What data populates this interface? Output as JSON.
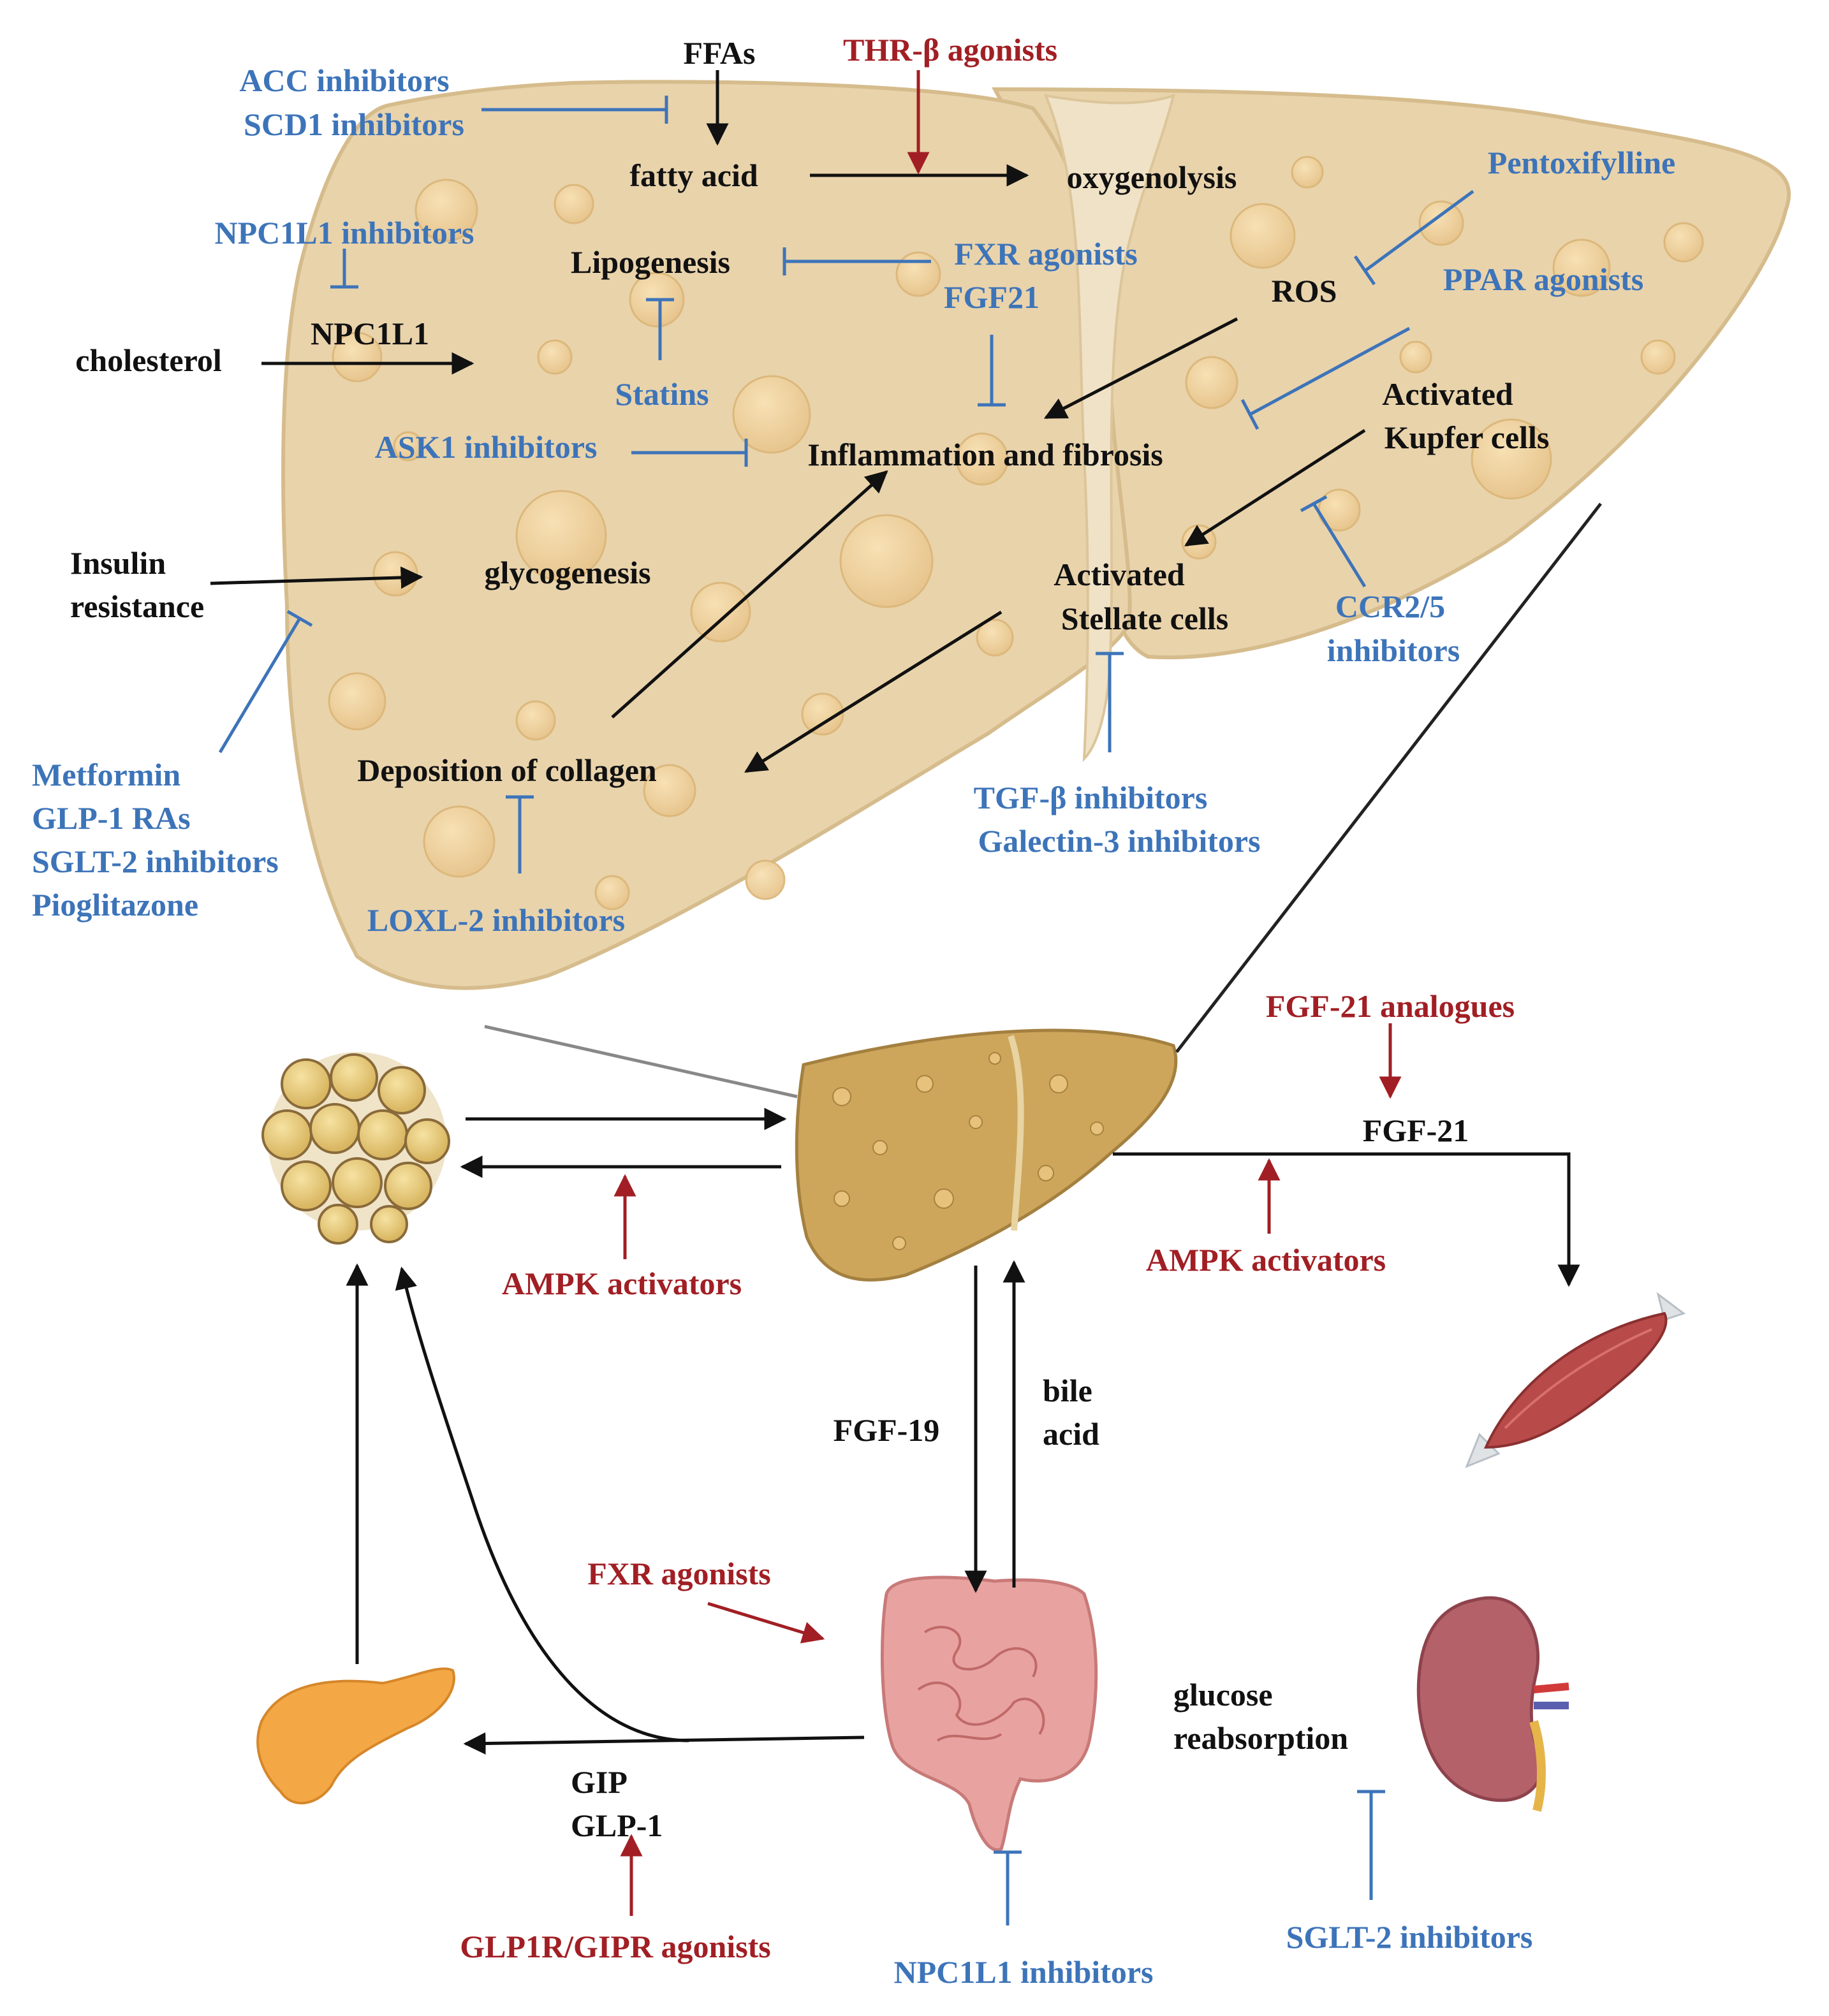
{
  "colors": {
    "liver": "#e9d3ab",
    "liver_edge": "#d6bc8c",
    "inhibitor": "#3d74b9",
    "activator": "#a11f24",
    "pathway": "#111111"
  },
  "liver_labels": {
    "ffas": "FFAs",
    "fatty_acid": "fatty acid",
    "oxygenolysis": "oxygenolysis",
    "lipogenesis": "Lipogenesis",
    "npc1l1": "NPC1L1",
    "cholesterol": "cholesterol",
    "ros": "ROS",
    "inflammation": "Inflammation and fibrosis",
    "activated_kupfer_1": "Activated",
    "activated_kupfer_2": "Kupfer cells",
    "insulin_1": "Insulin",
    "insulin_2": "resistance",
    "glycogenesis": "glycogenesis",
    "activated_stellate_1": "Activated",
    "activated_stellate_2": "Stellate cells",
    "collagen": "Deposition of collagen"
  },
  "liver_drugs": {
    "acc": "ACC inhibitors",
    "scd1": "SCD1 inhibitors",
    "thr": "THR-β agonists",
    "pentox": "Pentoxifylline",
    "npc1l1_inh": "NPC1L1 inhibitors",
    "fxr": "FXR agonists",
    "fgf21": "FGF21",
    "ppar": "PPAR agonists",
    "statins": "Statins",
    "ask1": "ASK1 inhibitors",
    "ccr_1": "CCR2/5",
    "ccr_2": "inhibitors",
    "metformin": "Metformin",
    "glp1ras": "GLP-1 RAs",
    "sglt2": "SGLT-2 inhibitors",
    "pioglitazone": "Pioglitazone",
    "tgfb": "TGF-β inhibitors",
    "galectin": "Galectin-3 inhibitors",
    "loxl2": "LOXL-2 inhibitors"
  },
  "systemic": {
    "fgf21_analogues": "FGF-21 analogues",
    "fgf21": "FGF-21",
    "ampk_left": "AMPK activators",
    "ampk_right": "AMPK activators",
    "fgf19": "FGF-19",
    "bile_1": "bile",
    "bile_2": "acid",
    "fxr": "FXR agonists",
    "glucose_1": "glucose",
    "glucose_2": "reabsorption",
    "gip": "GIP",
    "glp1": "GLP-1",
    "glp1r": "GLP1R/GIPR agonists",
    "npc1l1_inh": "NPC1L1 inhibitors",
    "sglt2": "SGLT-2 inhibitors"
  }
}
